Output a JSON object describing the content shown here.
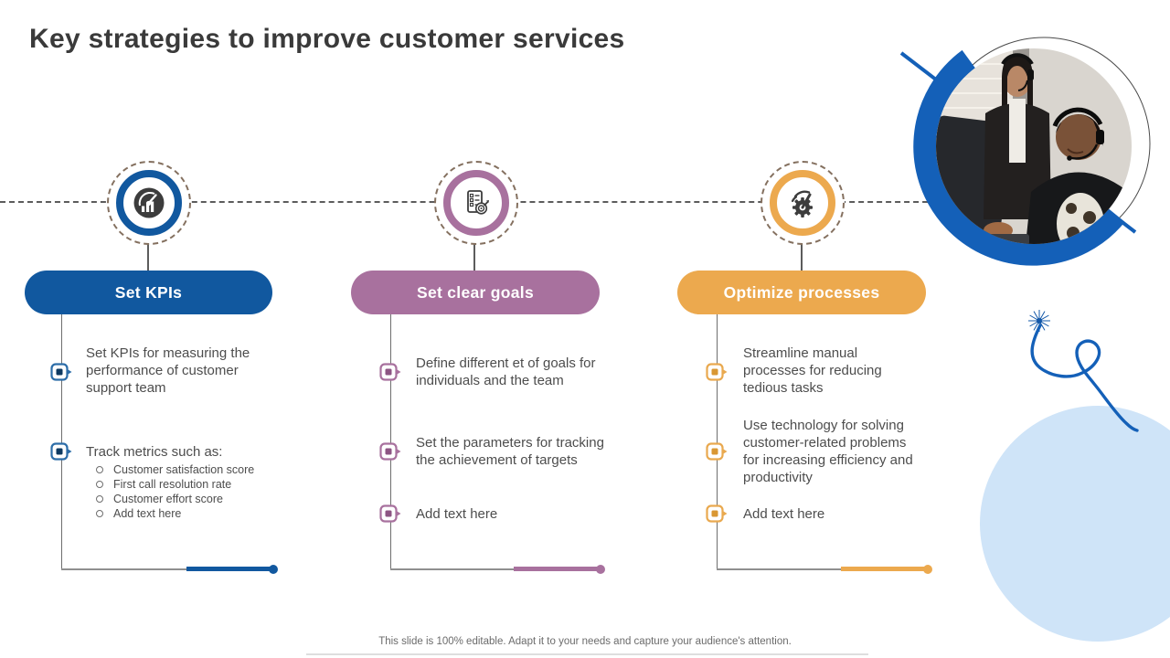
{
  "slide": {
    "title": "Key strategies to improve customer services",
    "footer": "This slide is 100% editable. Adapt it to your needs and capture your audience's attention.",
    "colors": {
      "blue": "#11589f",
      "purple": "#a8719e",
      "orange": "#eca94e",
      "accent_blue": "#1460b8",
      "light_blue": "#cfe4f8",
      "icon_dark": "#3c3c3c"
    },
    "columns": [
      {
        "label": "Set KPIs",
        "icon": "kpi-gauge-icon",
        "color": "#11589f",
        "bullets": [
          {
            "text": "Set KPIs for measuring the performance of customer support team"
          },
          {
            "text": "Track metrics such as:",
            "sub": [
              "Customer satisfaction score",
              "First call resolution rate",
              "Customer effort score",
              "Add text here"
            ]
          }
        ]
      },
      {
        "label": "Set clear goals",
        "icon": "checklist-target-icon",
        "color": "#a8719e",
        "bullets": [
          {
            "text": "Define different et of goals for individuals and the team"
          },
          {
            "text": "Set the parameters for tracking the achievement of targets"
          },
          {
            "text": "Add text here"
          }
        ]
      },
      {
        "label": "Optimize processes",
        "icon": "gear-optimization-icon",
        "color": "#eca94e",
        "bullets": [
          {
            "text": "Streamline manual processes for reducing tedious tasks"
          },
          {
            "text": "Use technology for solving customer-related problems for increasing efficiency and productivity"
          },
          {
            "text": "Add text here"
          }
        ]
      }
    ]
  }
}
